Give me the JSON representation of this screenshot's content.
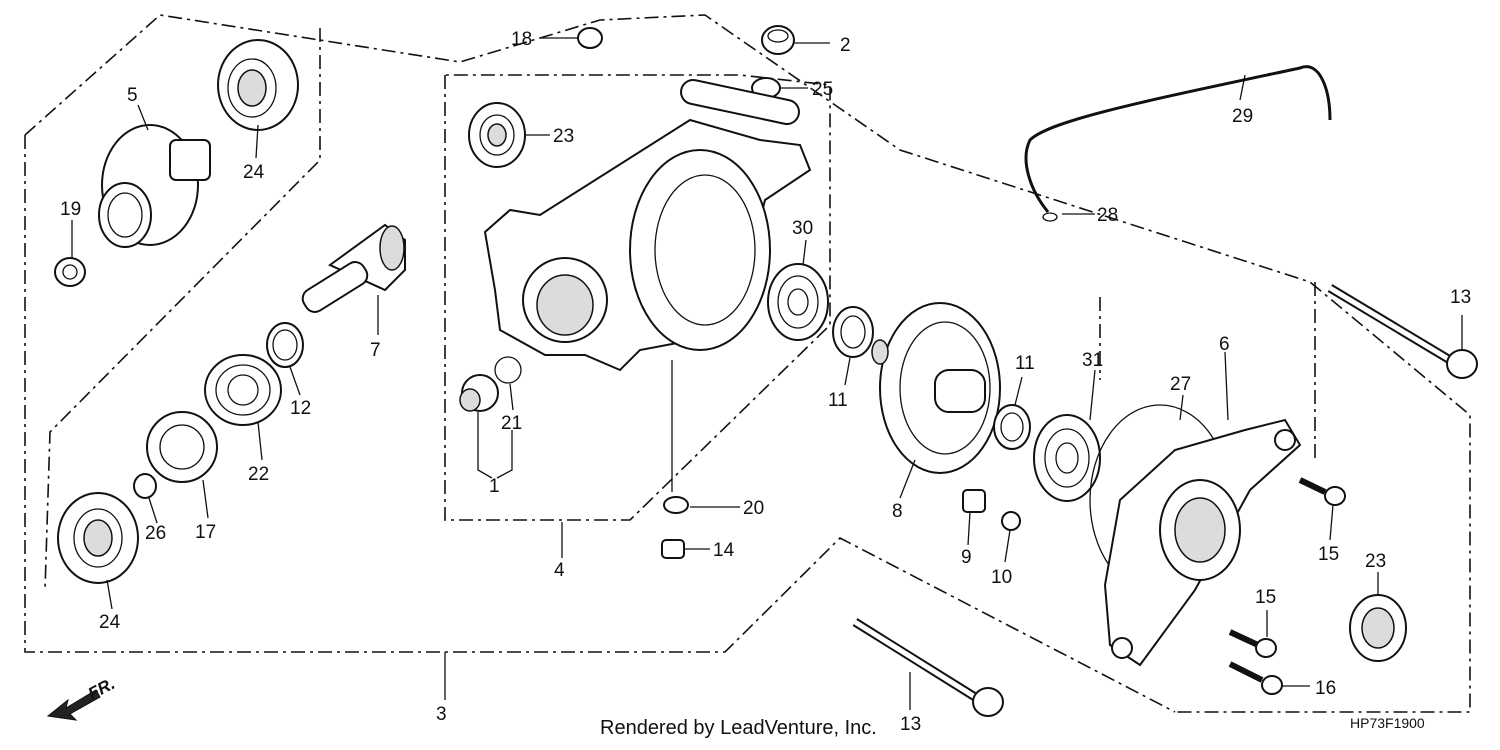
{
  "diagram": {
    "callouts": [
      {
        "id": "c1",
        "text": "1"
      },
      {
        "id": "c2",
        "text": "2"
      },
      {
        "id": "c3",
        "text": "3"
      },
      {
        "id": "c4",
        "text": "4"
      },
      {
        "id": "c5",
        "text": "5"
      },
      {
        "id": "c6",
        "text": "6"
      },
      {
        "id": "c7",
        "text": "7"
      },
      {
        "id": "c8",
        "text": "8"
      },
      {
        "id": "c9",
        "text": "9"
      },
      {
        "id": "c10",
        "text": "10"
      },
      {
        "id": "c11a",
        "text": "11"
      },
      {
        "id": "c11b",
        "text": "11"
      },
      {
        "id": "c12",
        "text": "12"
      },
      {
        "id": "c13a",
        "text": "13"
      },
      {
        "id": "c13b",
        "text": "13"
      },
      {
        "id": "c14",
        "text": "14"
      },
      {
        "id": "c15a",
        "text": "15"
      },
      {
        "id": "c15b",
        "text": "15"
      },
      {
        "id": "c16",
        "text": "16"
      },
      {
        "id": "c17",
        "text": "17"
      },
      {
        "id": "c18",
        "text": "18"
      },
      {
        "id": "c19",
        "text": "19"
      },
      {
        "id": "c20",
        "text": "20"
      },
      {
        "id": "c21",
        "text": "21"
      },
      {
        "id": "c22",
        "text": "22"
      },
      {
        "id": "c23a",
        "text": "23"
      },
      {
        "id": "c23b",
        "text": "23"
      },
      {
        "id": "c24a",
        "text": "24"
      },
      {
        "id": "c24b",
        "text": "24"
      },
      {
        "id": "c25",
        "text": "25"
      },
      {
        "id": "c26",
        "text": "26"
      },
      {
        "id": "c27",
        "text": "27"
      },
      {
        "id": "c28",
        "text": "28"
      },
      {
        "id": "c29",
        "text": "29"
      },
      {
        "id": "c30",
        "text": "30"
      },
      {
        "id": "c31",
        "text": "31"
      }
    ],
    "front_indicator": "FR.",
    "footer_text": "Rendered by LeadVenture, Inc.",
    "diagram_code": "HP73F1900"
  }
}
